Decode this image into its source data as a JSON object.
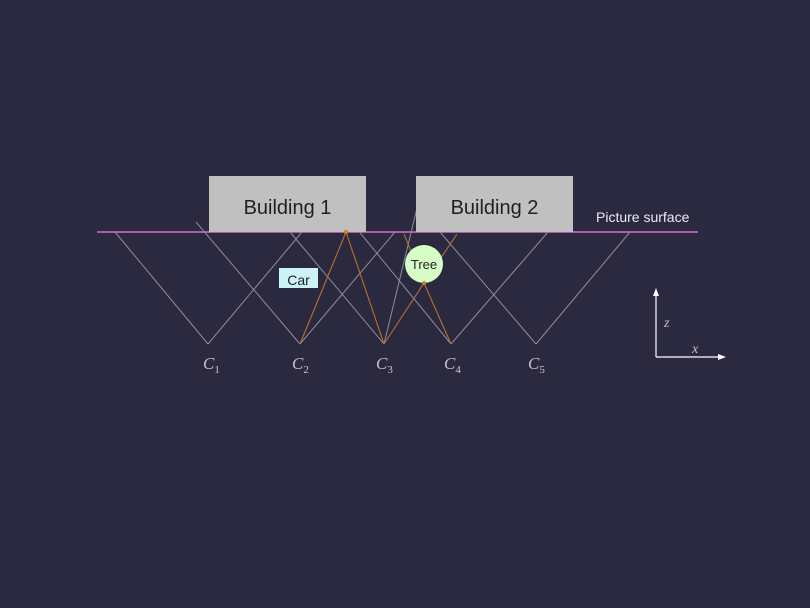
{
  "diagram": {
    "buildings": [
      {
        "label": "Building 1"
      },
      {
        "label": "Building 2"
      }
    ],
    "surface_label": "Picture surface",
    "objects": {
      "car": {
        "label": "Car"
      },
      "tree": {
        "label": "Tree"
      }
    },
    "cameras": [
      {
        "letter": "C",
        "sub": "1"
      },
      {
        "letter": "C",
        "sub": "2"
      },
      {
        "letter": "C",
        "sub": "3"
      },
      {
        "letter": "C",
        "sub": "4"
      },
      {
        "letter": "C",
        "sub": "5"
      }
    ],
    "axes": {
      "vertical": "z",
      "horizontal": "x"
    },
    "colors": {
      "background": "#2b2940",
      "building_fill": "#c0c0c0",
      "surface_line": "#d86fd0",
      "view_lines": "#8f8c9a",
      "ray_lines": "#b8702a",
      "car_fill": "#cdf3f7",
      "tree_fill": "#d6fdc6",
      "text_light": "#eaeaf0"
    }
  }
}
